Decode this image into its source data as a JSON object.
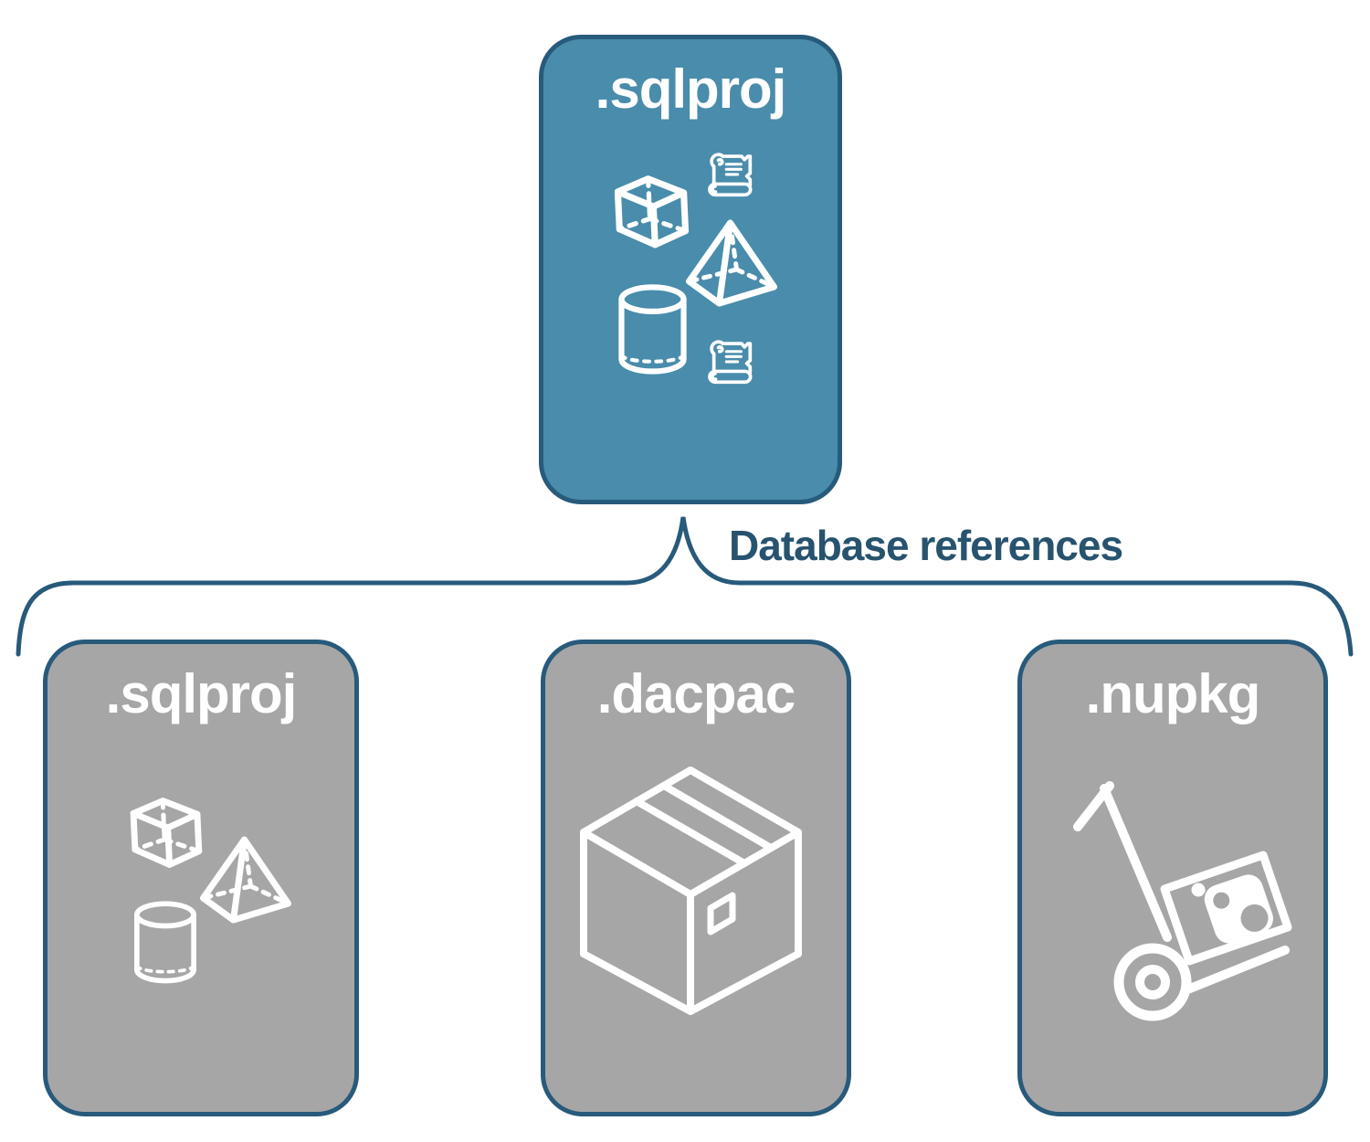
{
  "background_color": "#ffffff",
  "colors": {
    "root_card_fill": "#498cab",
    "child_card_fill": "#a6a6a6",
    "outline_and_brace": "#275a7b",
    "connector_label_text": "#27536f",
    "card_title_text": "#ffffff",
    "icon_stroke": "#ffffff"
  },
  "root_card": {
    "label": ".sqlproj",
    "icons": [
      "cube-icon",
      "scroll-icon",
      "pyramid-icon",
      "cylinder-icon",
      "scroll-icon"
    ]
  },
  "connector": {
    "label": "Database references",
    "shape": "horizontal curly brace, cusp pointing up to root card"
  },
  "child_cards": [
    {
      "label": ".sqlproj",
      "icons": [
        "cube-icon",
        "pyramid-icon",
        "cylinder-icon"
      ]
    },
    {
      "label": ".dacpac",
      "icons": [
        "package-box-icon"
      ]
    },
    {
      "label": ".nupkg",
      "icons": [
        "nuget-hand-truck-icon"
      ]
    }
  ]
}
